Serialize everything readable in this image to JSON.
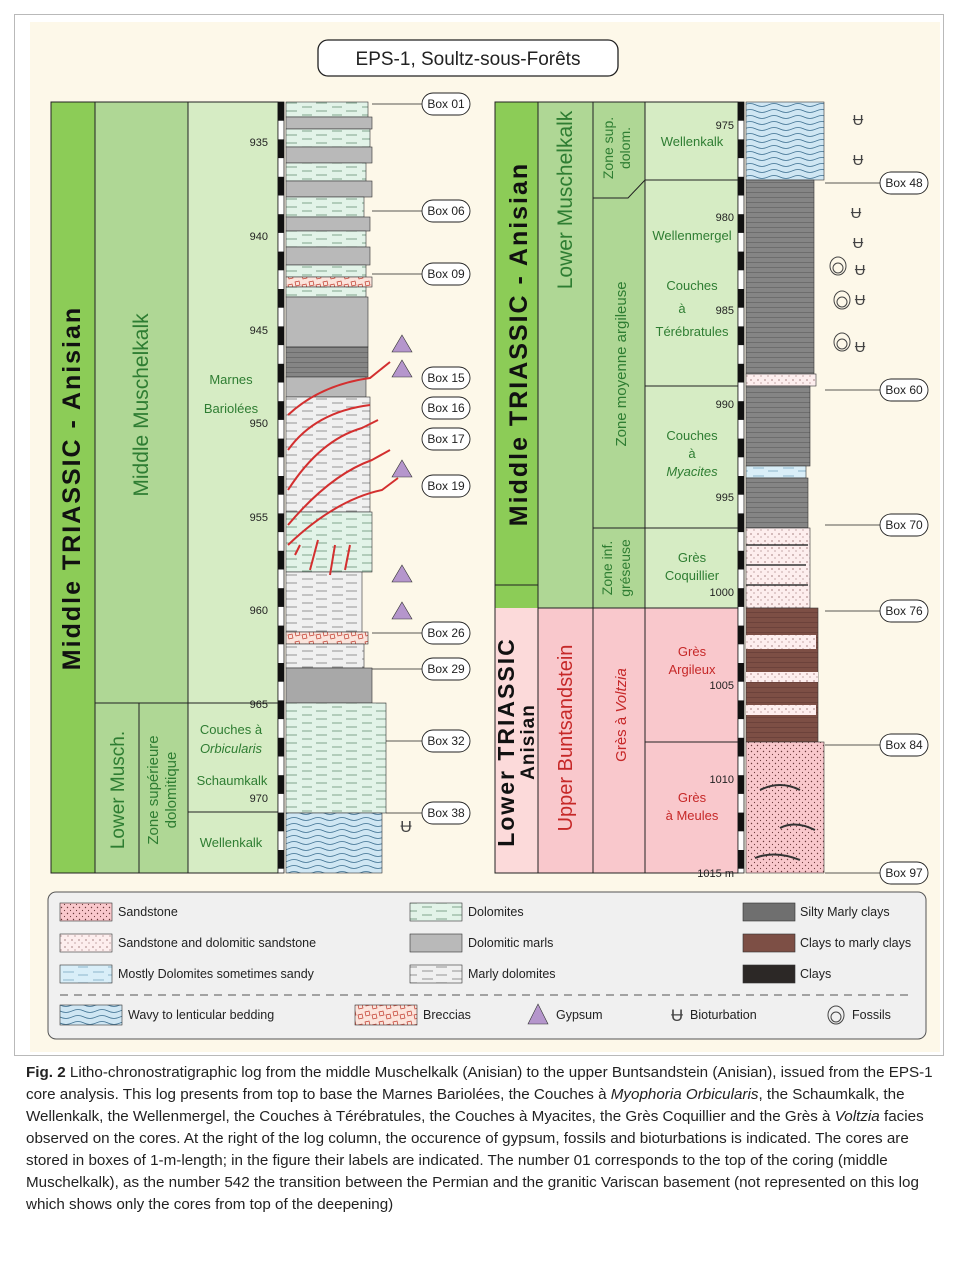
{
  "title": "EPS-1, Soultz-sous-Forêts",
  "left": {
    "period": "Middle TRIASSIC - Anisian",
    "formation_upper": "Middle Muschelkalk",
    "formation_lower": "Lower Musch.",
    "zone_lower": [
      "Zone supérieure",
      "dolomitique"
    ],
    "facies": {
      "marnes": [
        "Marnes",
        "Bariolées"
      ],
      "orbicularis": [
        "Couches à",
        "Orbicularis"
      ],
      "schaumkalk": "Schaumkalk",
      "wellenkalk": "Wellenkalk"
    },
    "depths": [
      "935",
      "940",
      "945",
      "950",
      "955",
      "960",
      "965",
      "970"
    ],
    "boxes": [
      "Box 01",
      "Box 06",
      "Box 09",
      "Box 15",
      "Box 16",
      "Box 17",
      "Box 19",
      "Box 26",
      "Box 29",
      "Box 32",
      "Box 38"
    ]
  },
  "right": {
    "period_upper": "Middle TRIASSIC - Anisian",
    "period_lower": [
      "Lower TRIASSIC",
      "Anisian"
    ],
    "formation_upper": "Lower Muschelkalk",
    "formation_lower": "Upper Buntsandstein",
    "zones": {
      "sup": [
        "Zone sup.",
        "dolom."
      ],
      "moy": "Zone moyenne argileuse",
      "inf": [
        "Zone inf.",
        "gréseuse"
      ],
      "voltzia": [
        "Grès à ",
        "Voltzia"
      ]
    },
    "facies": {
      "wellenkalk": "Wellenkalk",
      "wellenmergel": "Wellenmergel",
      "terebratules": [
        "Couches",
        "à",
        "Térébratules"
      ],
      "myacites": [
        "Couches",
        "à",
        "Myacites"
      ],
      "coquillier": [
        "Grès",
        "Coquillier"
      ],
      "argileux": [
        "Grès",
        "Argileux"
      ],
      "meules": [
        "Grès",
        "à Meules"
      ]
    },
    "depths": [
      "975",
      "980",
      "985",
      "990",
      "995",
      "1000",
      "1005",
      "1010",
      "1015 m"
    ],
    "boxes": [
      "Box 48",
      "Box 60",
      "Box 70",
      "Box 76",
      "Box 84",
      "Box 97"
    ]
  },
  "legend": {
    "items": [
      "Sandstone",
      "Sandstone and dolomitic sandstone",
      "Mostly Dolomites sometimes sandy",
      "Dolomites",
      "Dolomitic marls",
      "Marly dolomites",
      "Silty Marly clays",
      "Clays to marly clays",
      "Clays"
    ],
    "symbols": [
      "Wavy to lenticular bedding",
      "Breccias",
      "Gypsum",
      "Bioturbation",
      "Fossils"
    ]
  },
  "colors": {
    "dark_green": "#8ccc57",
    "mid_green": "#afd795",
    "light_green": "#d6ecc4",
    "pale_pink": "#fcdada",
    "pink": "#f9c8cc",
    "text_green": "#2e7d32",
    "text_red": "#c62828",
    "dolomite": "#e2f3e8",
    "gray": "#b9b9b9",
    "dark_gray": "#6f6f6f",
    "brown": "#7d4f45",
    "gypsum": "#b596cc"
  },
  "caption": {
    "label": "Fig. 2",
    "parts": [
      {
        "t": " Litho-chronostratigraphic log from the middle Muschelkalk (Anisian) to the upper Buntsandstein (Anisian), issued from the EPS-1 core analysis. This log presents from top to base the Marnes Bariolées, the Couches à "
      },
      {
        "t": "Myophoria Orbicularis",
        "i": true
      },
      {
        "t": ", the Schaumkalk, the Wellenkalk, the Wellenmergel, the Couches à Térébratules, the Couches à Myacites, the Grès Coquillier and the Grès à "
      },
      {
        "t": "Voltzia",
        "i": true
      },
      {
        "t": " facies observed on the cores. At the right of the log column, the occurence of gypsum, fossils and bioturbations is indicated. The cores are stored in boxes of 1-m-length; in the figure their labels are indicated. The number 01 corresponds to the top of the coring (middle Muschelkalk), as the number 542 the transition between the Permian and the granitic Variscan basement (not represented on this log which shows only the cores from top of the deepening)"
      }
    ]
  }
}
